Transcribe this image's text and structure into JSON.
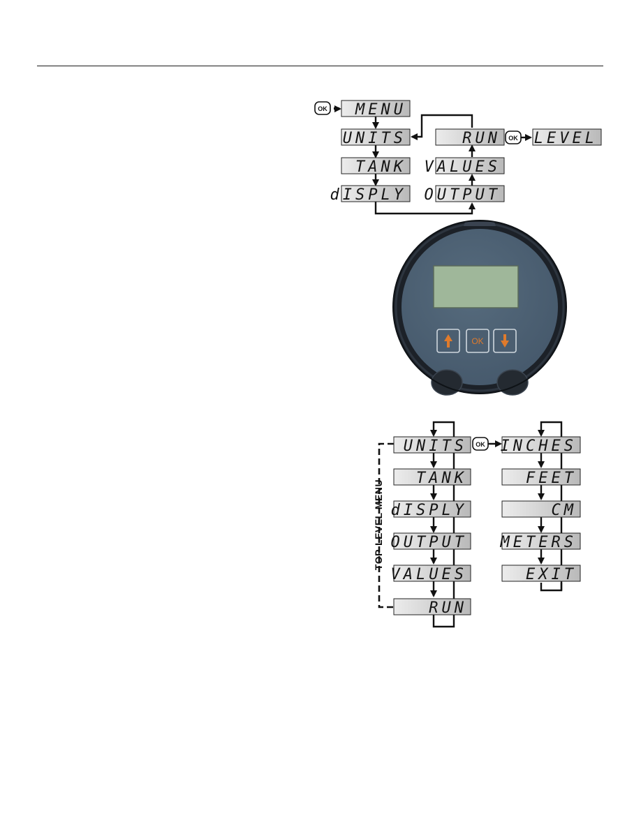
{
  "menu_diagram": {
    "ok_key": "OK",
    "displays": {
      "menu": "MENU",
      "units": "UNITS",
      "tank": "TANK",
      "disply": "dISPLY",
      "run": "RUN",
      "values": "VALUES",
      "output": "OUTPUT",
      "level": "LEVEL"
    }
  },
  "device": {
    "buttons": {
      "up": "up-arrow",
      "ok": "OK",
      "down": "down-arrow"
    },
    "colors": {
      "face": "#4c6071",
      "bezel": "#1c2128",
      "lcd": "#9fb79a",
      "button_accent": "#e07b2c"
    }
  },
  "units_diagram": {
    "side_label": "TOP-LEVEL MENU",
    "ok_key": "OK",
    "top_menu": {
      "units": "UNITS",
      "tank": "TANK",
      "disply": "dISPLY",
      "output": "OUTPUT",
      "values": "VALUES",
      "run": "RUN"
    },
    "units_options": {
      "inches": "INCHES",
      "feet": "FEET",
      "cm": "CM",
      "meters": "METERS",
      "exit": "EXIT"
    }
  }
}
